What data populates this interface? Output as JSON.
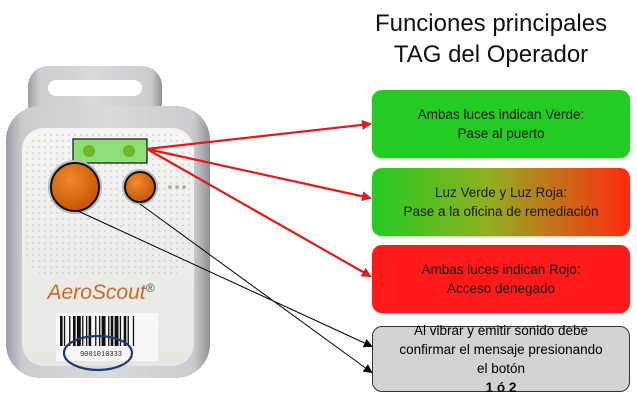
{
  "title": {
    "line1": "Funciones principales",
    "line2": "TAG del Operador"
  },
  "device": {
    "brand": "AeroScout",
    "brand_mark": "®",
    "barcode_number": "9001010333"
  },
  "callouts": {
    "green": {
      "line1": "Ambas luces indican Verde:",
      "line2": "Pase al puerto"
    },
    "mixed": {
      "line1": "Luz Verde y Luz Roja:",
      "line2": "Pase a la oficina de remediación"
    },
    "red": {
      "line1": "Ambas luces indican Rojo:",
      "line2": "Acceso denegado"
    },
    "gray": {
      "line1": "Al vibrar y emitir sonido debe",
      "line2": "confirmar el mensaje presionando",
      "line3_prefix": "el botón ",
      "line3_bold": "1 ó 2"
    }
  },
  "colors": {
    "green_box": "#22cc22",
    "red_box": "#ff1a1a",
    "gray_box": "#d2d2d2",
    "arrow_red": "#e41b1b",
    "arrow_black": "#000000",
    "button_orange": "#e06a10",
    "barcode_oval": "#1e3c6e"
  }
}
